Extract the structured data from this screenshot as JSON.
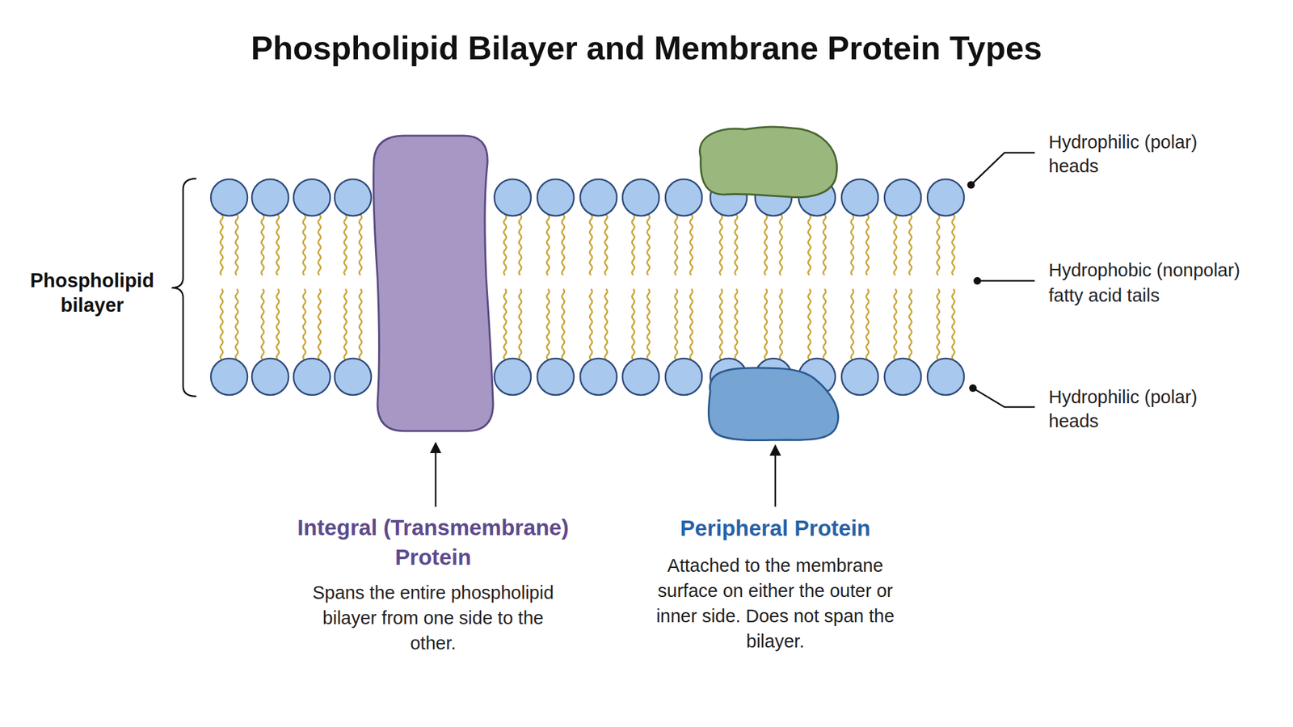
{
  "diagram": {
    "title": "Phospholipid Bilayer and Membrane Protein Types",
    "labels": [
      "Phospholipid bilayer",
      "Hydrophilic (polar) heads",
      "Hydrophobic (nonpolar) fatty acid tails",
      "Hydrophilic (polar) heads",
      "Integral (Transmembrane) Protein",
      "Spans the entire phospholipid bilayer from one side to the other.",
      "Peripheral Protein",
      "Attached to the membrane surface on either the outer or inner side. Does not span the bilayer."
    ]
  }
}
